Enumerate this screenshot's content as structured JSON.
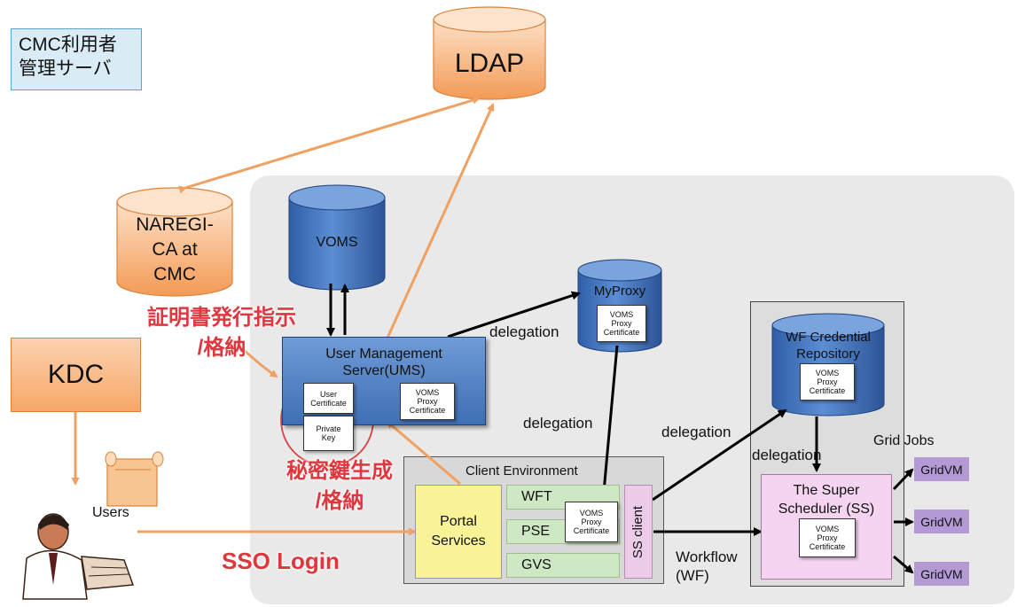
{
  "cmc_box": {
    "line1": "CMC利用者",
    "line2": "管理サーバ"
  },
  "ldap": {
    "label": "LDAP"
  },
  "naregi_ca": {
    "line1": "NAREGI-",
    "line2": "CA at",
    "line3": "CMC"
  },
  "kdc": {
    "label": "KDC"
  },
  "users": {
    "label": "Users"
  },
  "voms": {
    "label": "VOMS"
  },
  "ums": {
    "line1": "User Management",
    "line2": "Server(UMS)"
  },
  "user_certificate": {
    "line1": "User",
    "line2": "Certificate"
  },
  "private_key": {
    "line1": "Private",
    "line2": "Key"
  },
  "voms_proxy_certificate": {
    "line1": "VOMS",
    "line2": "Proxy",
    "line3": "Certificate"
  },
  "myproxy": {
    "label": "MyProxy"
  },
  "wf_credential_repository": {
    "line1": "WF Credential",
    "line2": "Repository"
  },
  "client_environment": {
    "title": "Client Environment"
  },
  "portal_services": {
    "line1": "Portal",
    "line2": "Services"
  },
  "tools": [
    "WFT",
    "PSE",
    "GVS"
  ],
  "ss_client": {
    "label": "SS client"
  },
  "super_scheduler": {
    "line1": "The Super",
    "line2": "Scheduler (SS)"
  },
  "grid_jobs": {
    "label": "Grid Jobs"
  },
  "gridvms": [
    "GridVM",
    "GridVM",
    "GridVM"
  ],
  "labels": {
    "delegation_myproxy": "delegation",
    "delegation_ums": "delegation",
    "delegation_ssclient": "delegation",
    "delegation_ss": "delegation",
    "workflow_line1": "Workflow",
    "workflow_line2": "(WF)"
  },
  "japanese_annotations": {
    "cert_issue_line1": "証明書発行指示",
    "cert_issue_line2": "/格納",
    "private_key_line1": "秘密鍵生成",
    "private_key_line2": "/格納",
    "sso_login": "SSO Login"
  },
  "colors": {
    "orange_arrow": "#f0a060",
    "red_text": "#e0373f",
    "blue_db": "#3e6fb4",
    "orange_db": "#f6a767",
    "panel_gray": "#e9e9e9"
  }
}
